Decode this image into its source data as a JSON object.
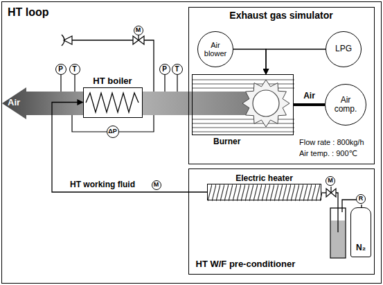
{
  "diagram": {
    "nodes": [
      {
        "text": [
          "HT loop"
        ]
      },
      {
        "text": [
          "Exhaust gas simulator"
        ],
        "in": 0
      },
      {
        "text": [
          "Air blower"
        ],
        "in": 1
      },
      {
        "text": [
          "LPG"
        ],
        "in": 1
      },
      {
        "text": [
          "Burner"
        ],
        "in": 1
      },
      {
        "text": [
          "Air comp."
        ],
        "in": 1
      },
      {
        "text": [
          "P"
        ],
        "in": 0
      },
      {
        "text": [
          "T"
        ],
        "in": 0
      },
      {
        "text": [
          "HT boiler"
        ],
        "in": 0
      },
      {
        "text": [
          "P"
        ],
        "in": 0
      },
      {
        "text": [
          "T"
        ],
        "in": 0
      },
      {
        "text": [
          "M"
        ],
        "in": 0
      },
      {
        "text": [
          "ΔP"
        ],
        "in": 0
      },
      {
        "text": [
          "M"
        ],
        "in": 0
      },
      {
        "text": [
          "HT W/F pre-conditioner"
        ],
        "in": 0
      },
      {
        "text": [
          "Electric heater"
        ],
        "in": 14
      },
      {
        "text": [
          "M"
        ],
        "in": 14
      },
      {
        "text": [
          "R"
        ],
        "in": 14
      },
      {
        "text": [
          "N₂"
        ],
        "in": 14
      }
    ],
    "edges": [
      {
        "from": 2,
        "to": 4,
        "arrow": "to"
      },
      {
        "from": 3,
        "to": 4,
        "arrow": "to"
      },
      {
        "from": 5,
        "to": 4,
        "label": "Air",
        "arrow": "none"
      },
      {
        "from": 15,
        "to": 8,
        "label": "HT working fluid",
        "arrow": "to"
      }
    ],
    "labels": [
      "Air",
      "Flow rate : 800kg/h",
      "Air temp. : 900℃"
    ]
  }
}
